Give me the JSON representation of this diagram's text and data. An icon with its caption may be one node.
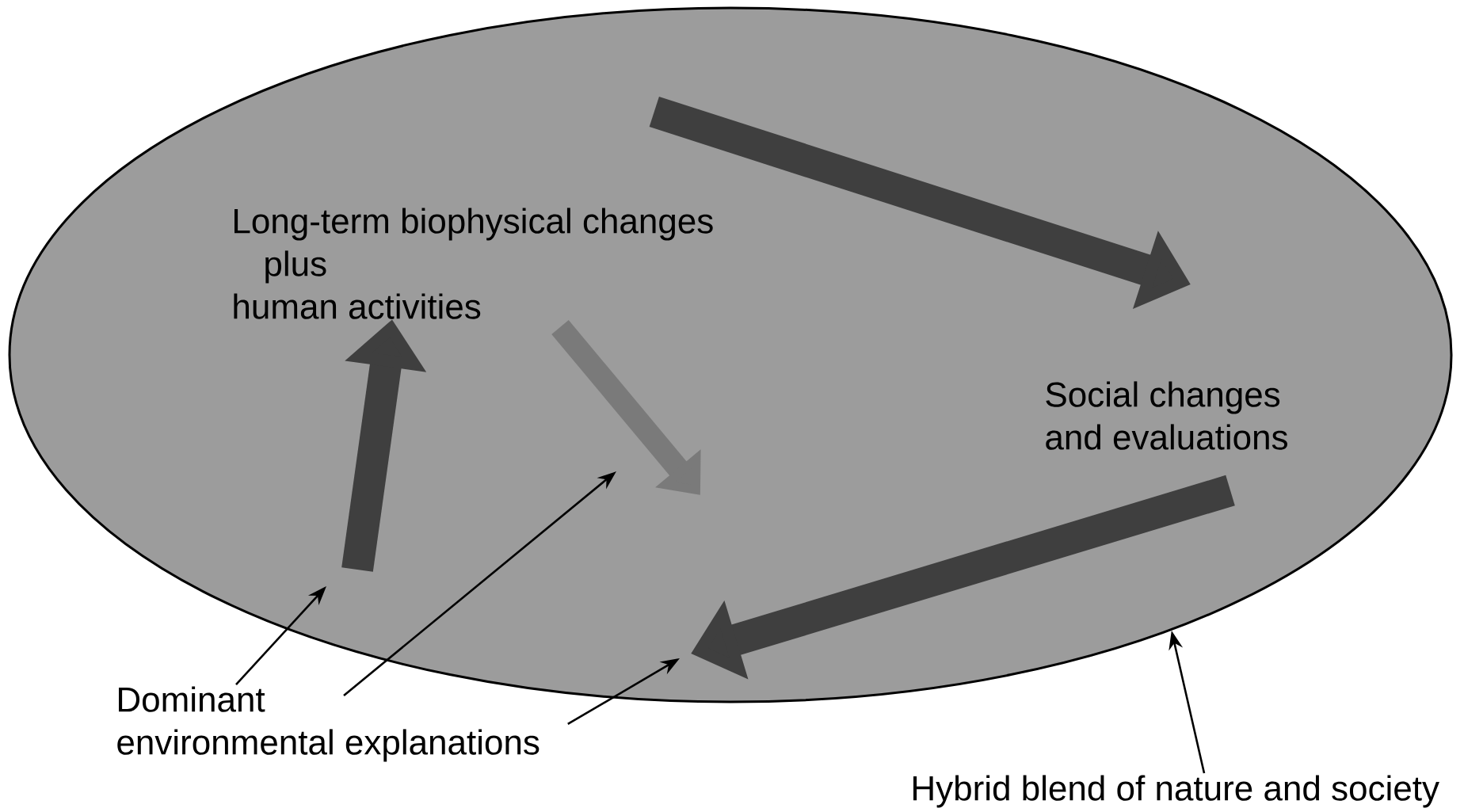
{
  "diagram": {
    "nodes": [
      {
        "text": [],
        "shape": "ellipse"
      },
      {
        "text": [
          "Long-term biophysical changes plus human activities"
        ],
        "in": 0
      },
      {
        "text": [
          "Social changes and evaluations"
        ],
        "in": 0
      },
      {
        "text": [
          "Dominant environmental explanations"
        ]
      },
      {
        "text": [
          "Hybrid blend of nature and society"
        ]
      }
    ],
    "edges": [
      {
        "from": null,
        "to": 1,
        "arrow": "to",
        "style": "thick",
        "color": "#3f3f3f"
      },
      {
        "from": 1,
        "to": 2,
        "arrow": "to",
        "style": "thick",
        "color": "#3f3f3f"
      },
      {
        "from": 2,
        "to": null,
        "arrow": "to",
        "style": "thick",
        "color": "#3f3f3f"
      },
      {
        "from": 1,
        "to": null,
        "arrow": "to",
        "style": "thick",
        "color": "#7a7a7a"
      },
      {
        "from": 3,
        "to": null,
        "arrow": "to"
      },
      {
        "from": 3,
        "to": null,
        "arrow": "to"
      },
      {
        "from": 3,
        "to": null,
        "arrow": "to"
      },
      {
        "from": 4,
        "to": 0,
        "arrow": "to"
      }
    ]
  }
}
